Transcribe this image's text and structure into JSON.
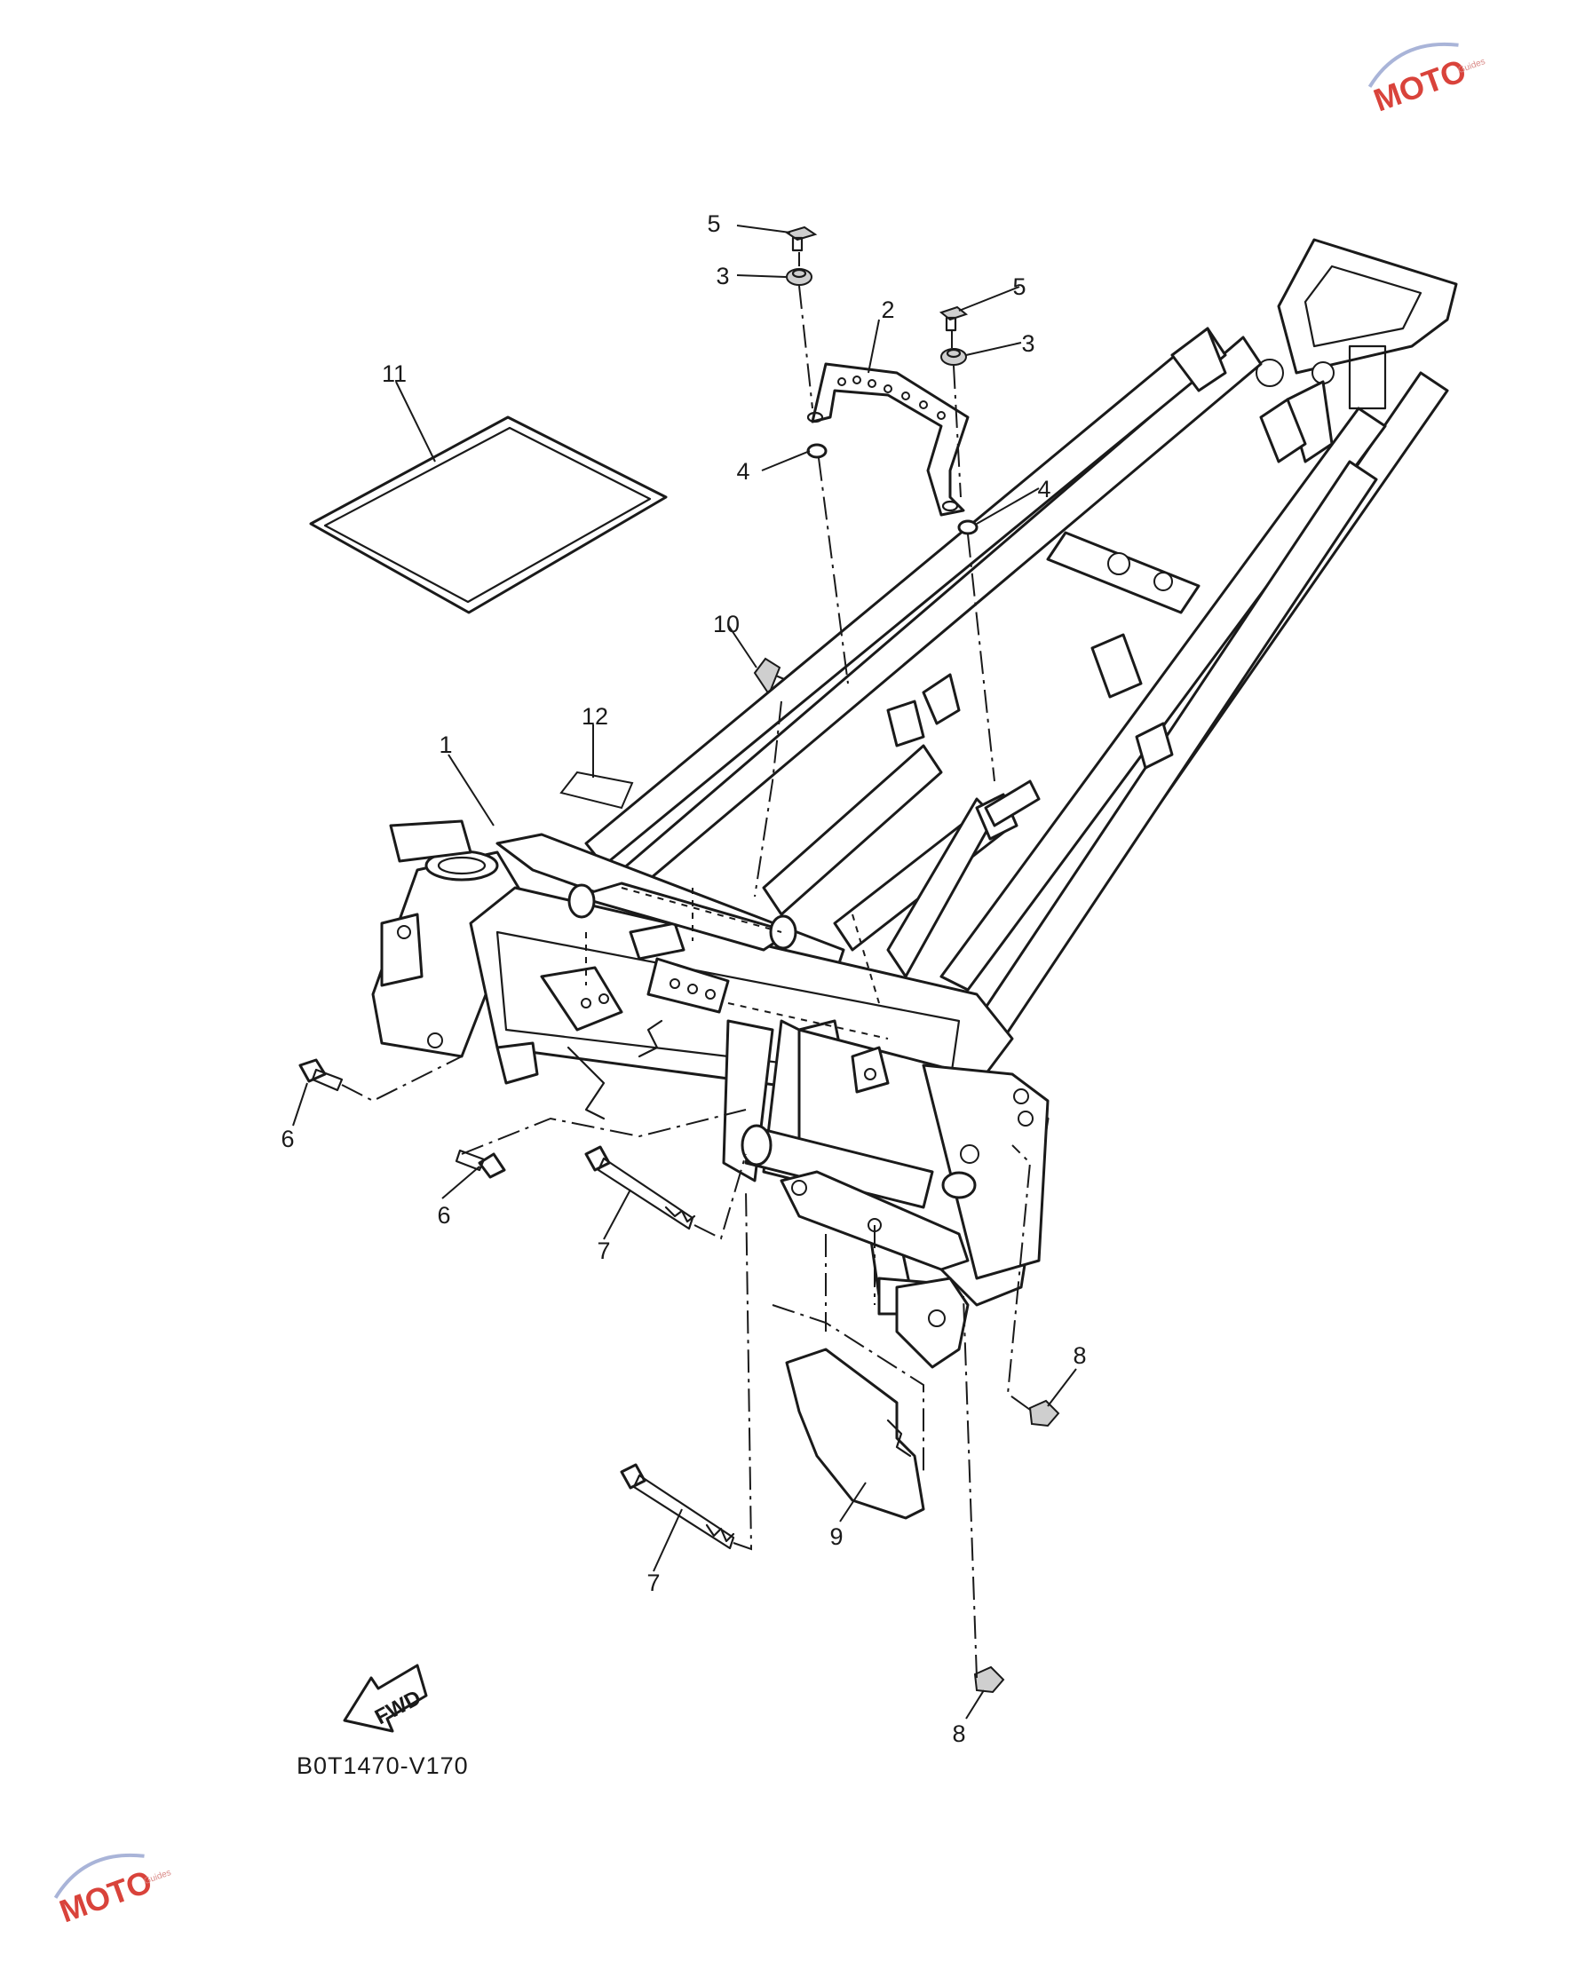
{
  "diagram_code": "B0T1470-V170",
  "direction_marker": "FWD",
  "watermark": {
    "brand": "MOTO",
    "tagline": "Guides",
    "colors": {
      "primary": "#d9433b",
      "secondary": "#a9b4d8"
    }
  },
  "callouts": [
    {
      "id": "c1",
      "label": "1"
    },
    {
      "id": "c2",
      "label": "2"
    },
    {
      "id": "c3a",
      "label": "3"
    },
    {
      "id": "c3b",
      "label": "3"
    },
    {
      "id": "c4a",
      "label": "4"
    },
    {
      "id": "c4b",
      "label": "4"
    },
    {
      "id": "c5a",
      "label": "5"
    },
    {
      "id": "c5b",
      "label": "5"
    },
    {
      "id": "c6a",
      "label": "6"
    },
    {
      "id": "c6b",
      "label": "6"
    },
    {
      "id": "c7a",
      "label": "7"
    },
    {
      "id": "c7b",
      "label": "7"
    },
    {
      "id": "c8a",
      "label": "8"
    },
    {
      "id": "c8b",
      "label": "8"
    },
    {
      "id": "c9",
      "label": "9"
    },
    {
      "id": "c10",
      "label": "10"
    },
    {
      "id": "c11",
      "label": "11"
    },
    {
      "id": "c12",
      "label": "12"
    }
  ]
}
